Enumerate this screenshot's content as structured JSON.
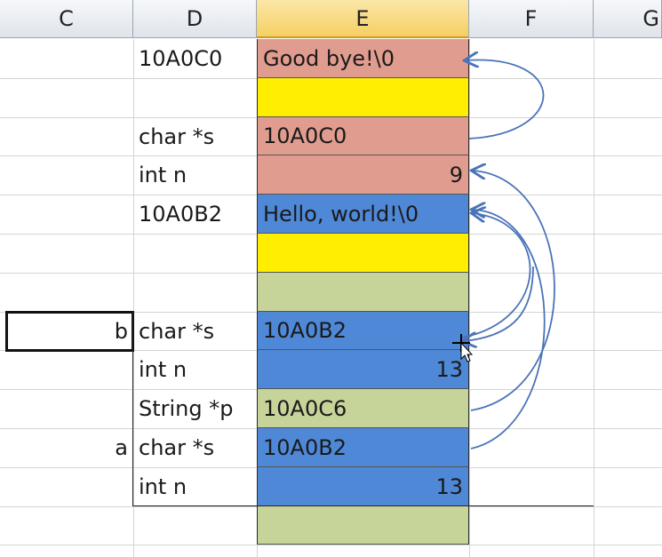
{
  "columns": [
    {
      "label": "C",
      "selected": false
    },
    {
      "label": "D",
      "selected": false
    },
    {
      "label": "E",
      "selected": true
    },
    {
      "label": "F",
      "selected": false
    },
    {
      "label": "G",
      "selected": false
    }
  ],
  "rows": [
    {
      "c": "",
      "d": "10A0C0",
      "e": "Good bye!\\0",
      "e_align": "left",
      "e_color": "#e09c8f"
    },
    {
      "c": "",
      "d": "",
      "e": "",
      "e_align": "left",
      "e_color": "#ffee00"
    },
    {
      "c": "",
      "d": "char *s",
      "e": "10A0C0",
      "e_align": "left",
      "e_color": "#e09c8f"
    },
    {
      "c": "",
      "d": "int n",
      "e": "9",
      "e_align": "right",
      "e_color": "#e09c8f"
    },
    {
      "c": "",
      "d": "10A0B2",
      "e": "Hello, world!\\0",
      "e_align": "left",
      "e_color": "#4f88d6"
    },
    {
      "c": "",
      "d": "",
      "e": "",
      "e_align": "left",
      "e_color": "#ffee00"
    },
    {
      "c": "",
      "d": "",
      "e": "",
      "e_align": "left",
      "e_color": "#c6d49a"
    },
    {
      "c": "b",
      "d": "char *s",
      "e": "10A0B2",
      "e_align": "left",
      "e_color": "#4f88d6"
    },
    {
      "c": "",
      "d": "int n",
      "e": "13",
      "e_align": "right",
      "e_color": "#4f88d6"
    },
    {
      "c": "",
      "d": "String *p",
      "e": "10A0C6",
      "e_align": "left",
      "e_color": "#c6d49a"
    },
    {
      "c": "a",
      "d": "char *s",
      "e": "10A0B2",
      "e_align": "left",
      "e_color": "#4f88d6"
    },
    {
      "c": "",
      "d": "int n",
      "e": "13",
      "e_align": "right",
      "e_color": "#4f88d6"
    },
    {
      "c": "",
      "d": "",
      "e": "",
      "e_align": "left",
      "e_color": "#c6d49a"
    }
  ],
  "arrow_color": "#4a73b8"
}
